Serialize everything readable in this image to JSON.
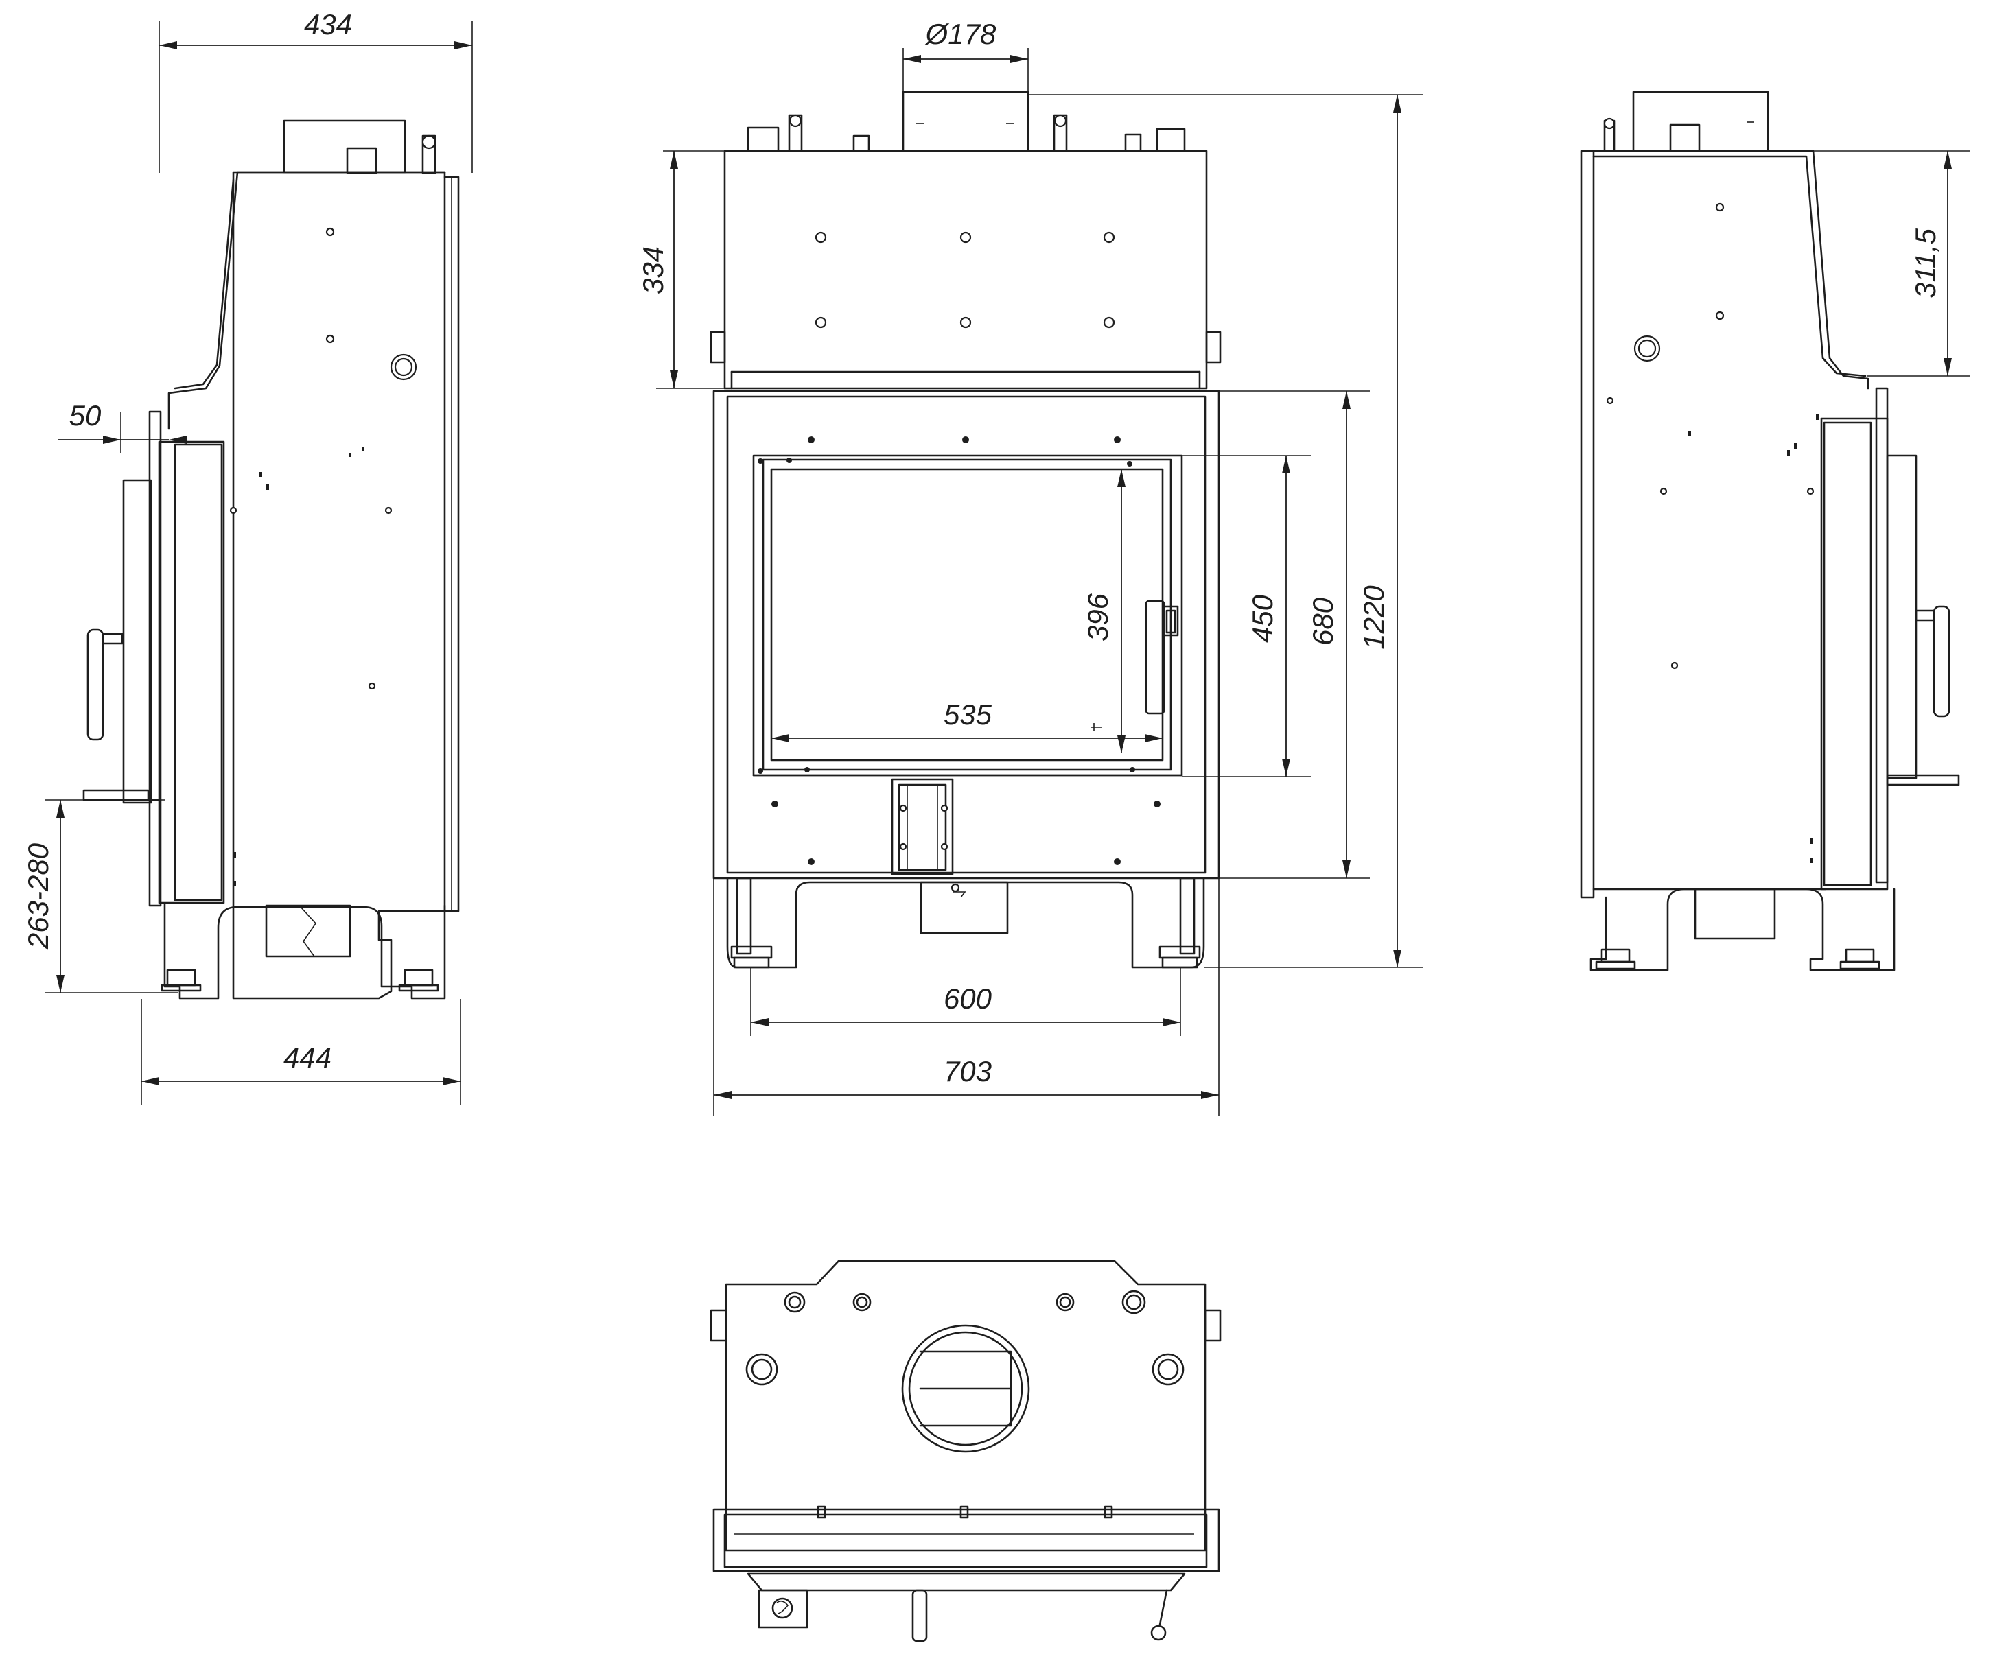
{
  "dimensions": {
    "side_left": {
      "top_depth": "434",
      "bottom_depth": "444",
      "front_offset": "50",
      "floor_height": "263-280"
    },
    "front": {
      "outlet_diameter": "Ø178",
      "top_height": "334",
      "glass_height": "396",
      "glass_width": "535",
      "door_opening_height": "450",
      "front_height": "680",
      "total_height": "1220",
      "leg_span": "600",
      "total_width": "703"
    },
    "side_right": {
      "top_height": "311,5"
    }
  }
}
